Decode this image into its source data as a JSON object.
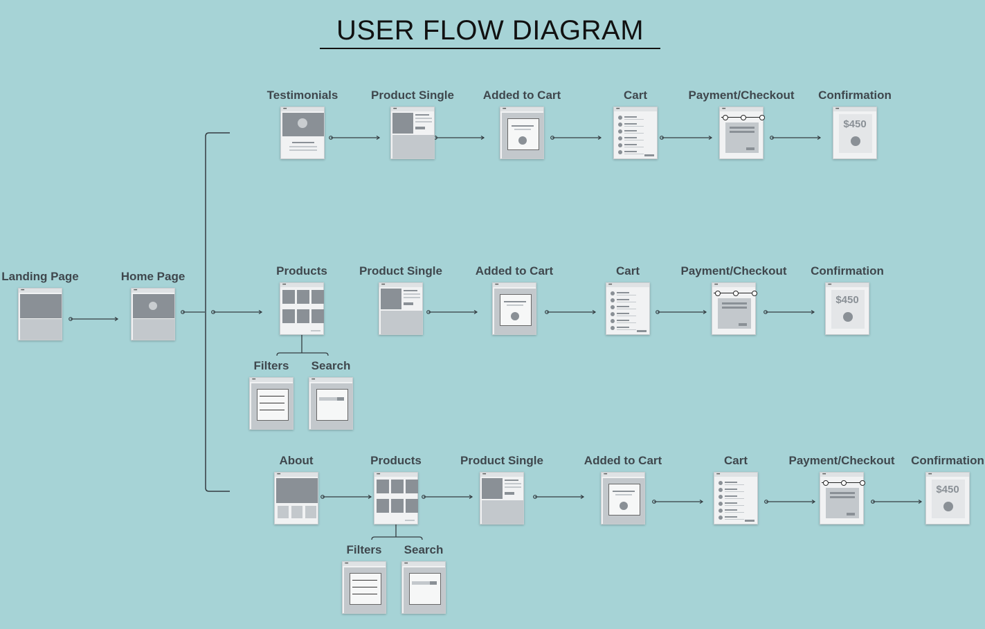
{
  "title": "USER FLOW DIAGRAM",
  "nodes": {
    "landing": "Landing Page",
    "home": "Home Page",
    "r1": [
      "Testimonials",
      "Product Single",
      "Added to Cart",
      "Cart",
      "Payment/Checkout",
      "Confirmation"
    ],
    "r2": [
      "Products",
      "Product Single",
      "Added to Cart",
      "Cart",
      "Payment/Checkout",
      "Confirmation"
    ],
    "r2sub": [
      "Filters",
      "Search"
    ],
    "r3": [
      "About",
      "Products",
      "Product Single",
      "Added to Cart",
      "Cart",
      "Payment/Checkout",
      "Confirmation"
    ],
    "r3sub": [
      "Filters",
      "Search"
    ]
  },
  "price": "$450",
  "colors": {
    "background": "#a6d3d6",
    "connector": "#333b40",
    "label": "#3f474d",
    "wire_dark": "#8a9096",
    "wire_light": "#c3c8cc"
  }
}
